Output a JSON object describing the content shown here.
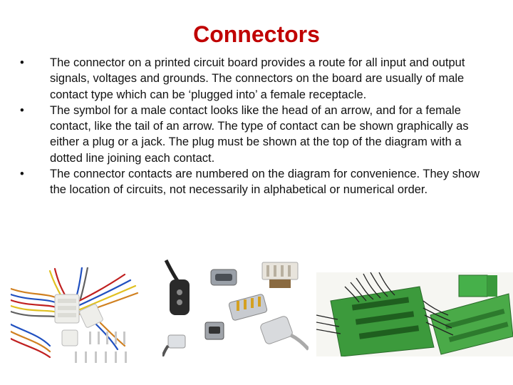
{
  "slide": {
    "title": "Connectors",
    "bullet_glyph": "•",
    "bullets": [
      "The connector on a printed circuit board provides a route for all input and output signals, voltages and grounds. The connectors on the board are usually of male contact type which can be ‘plugged into’ a female receptacle.",
      "The symbol for a male contact looks like the head of an arrow, and for a female contact, like the tail of an arrow. The type of contact can be shown graphically as either a plug or a jack. The plug must be shown at the top of the diagram with a dotted line joining each contact.",
      "The connector contacts are numbered on the diagram for convenience. They show the location of circuits, not necessarily in alphabetical or numerical order."
    ]
  },
  "images": [
    {
      "name": "wire-harness-connectors-photo"
    },
    {
      "name": "assorted-connectors-photo"
    },
    {
      "name": "green-terminal-block-boards-photo"
    }
  ],
  "colors": {
    "title": "#c00000",
    "text": "#111111",
    "board_green": "#3c9a3c"
  }
}
